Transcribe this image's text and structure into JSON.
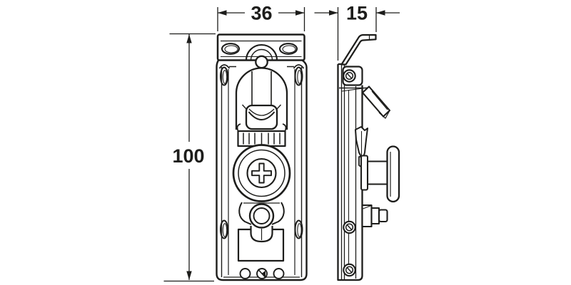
{
  "dimensions": {
    "width": "36",
    "depth": "15",
    "height": "100"
  },
  "colors": {
    "line": "#1d1d1b",
    "background": "#ffffff"
  }
}
